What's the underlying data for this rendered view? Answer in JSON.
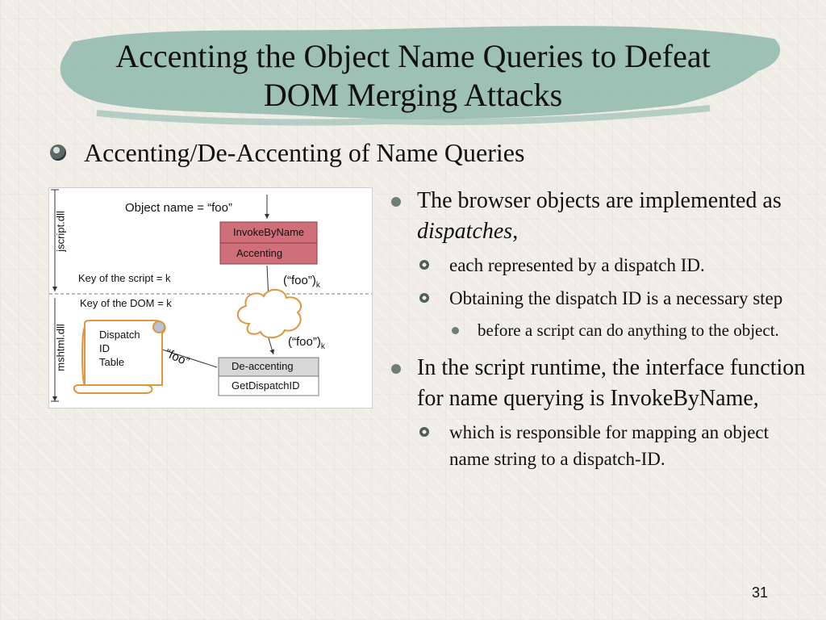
{
  "slide": {
    "title_line1": "Accenting the Object Name Queries to Defeat",
    "title_line2": "DOM Merging Attacks",
    "heading": "Accenting/De-Accenting of Name Queries",
    "page_number": "31"
  },
  "figure": {
    "object_name": "Object name = “foo”",
    "invoke_box": "InvokeByName",
    "accenting_box": "Accenting",
    "key_script": "Key of the script = k",
    "key_dom": "Key of the DOM = k",
    "foo_k_top": "(“foo”)",
    "foo_k_bottom": "(“foo”)",
    "subscript_k": "k",
    "foo_arrow": "“foo”",
    "jscript": "jscript.dll",
    "mshtml": "mshtml.dll",
    "table_line1": "Dispatch",
    "table_line2": "ID",
    "table_line3": "Table",
    "deaccenting_box": "De-accenting",
    "getdispatch_box": "GetDispatchID"
  },
  "bullets": {
    "b1_text": "The browser objects are implemented as ",
    "b1_em": "dispatches",
    "b1_tail": ",",
    "b1_sub1": "each represented by a dispatch ID.",
    "b1_sub2": "Obtaining the dispatch ID is a necessary step",
    "b1_sub2_sub": "before a script can do anything to the object.",
    "b2_text": "In the script runtime, the interface function for name querying is InvokeByName,",
    "b2_sub1": "which is responsible for mapping an object name string to a dispatch-ID."
  },
  "colors": {
    "brush": "#8fb8ac",
    "accent_box": "#cf6f7a",
    "gray_box": "#d7d7d7",
    "scroll_outline": "#e0953f"
  }
}
